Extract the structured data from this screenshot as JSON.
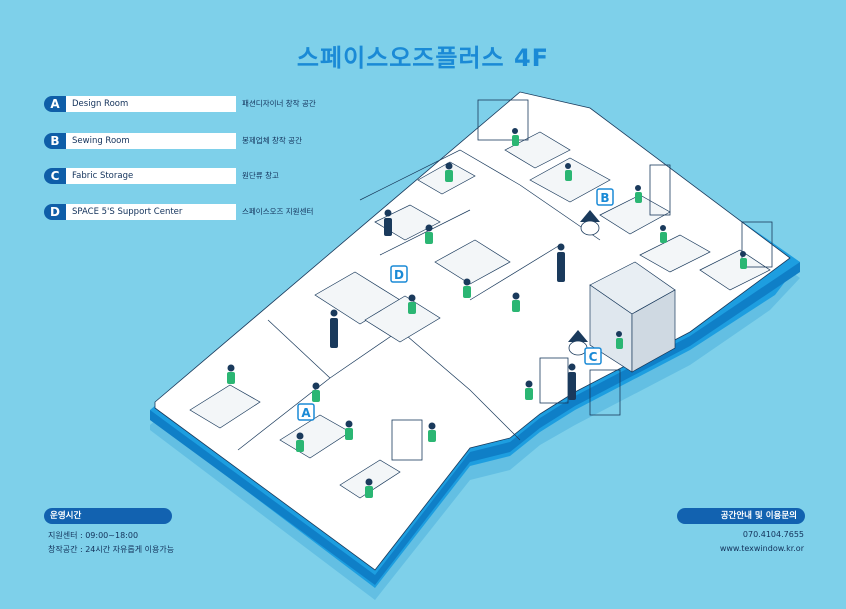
{
  "title": "스페이스오즈플러스 4F",
  "legend": [
    {
      "letter": "A",
      "name": "Design Room",
      "desc": "패션디자이너 창작 공간"
    },
    {
      "letter": "B",
      "name": "Sewing Room",
      "desc": "봉제업체 창작 공간"
    },
    {
      "letter": "C",
      "name": "Fabric Storage",
      "desc": "원단류 창고"
    },
    {
      "letter": "D",
      "name": "SPACE 5'S Support Center",
      "desc": "스페이스오즈 지원센터"
    }
  ],
  "hours": {
    "heading": "운영시간",
    "line1": "지원센터 : 09:00~18:00",
    "line2": "창작공간 : 24시간 자유롭게 이용가능"
  },
  "contact": {
    "heading": "공간안내 및 이용문의",
    "phone": "070.4104.7655",
    "web": "www.texwindow.kr.or"
  },
  "map_labels": {
    "a": "A",
    "b": "B",
    "c": "C",
    "d": "D"
  },
  "colors": {
    "background": "#7ed0ea",
    "floor": "#ffffff",
    "base": "#1d9ee0",
    "base_dark": "#0f7fc7",
    "accent_green": "#2bb673",
    "navy": "#0f5ea8"
  }
}
